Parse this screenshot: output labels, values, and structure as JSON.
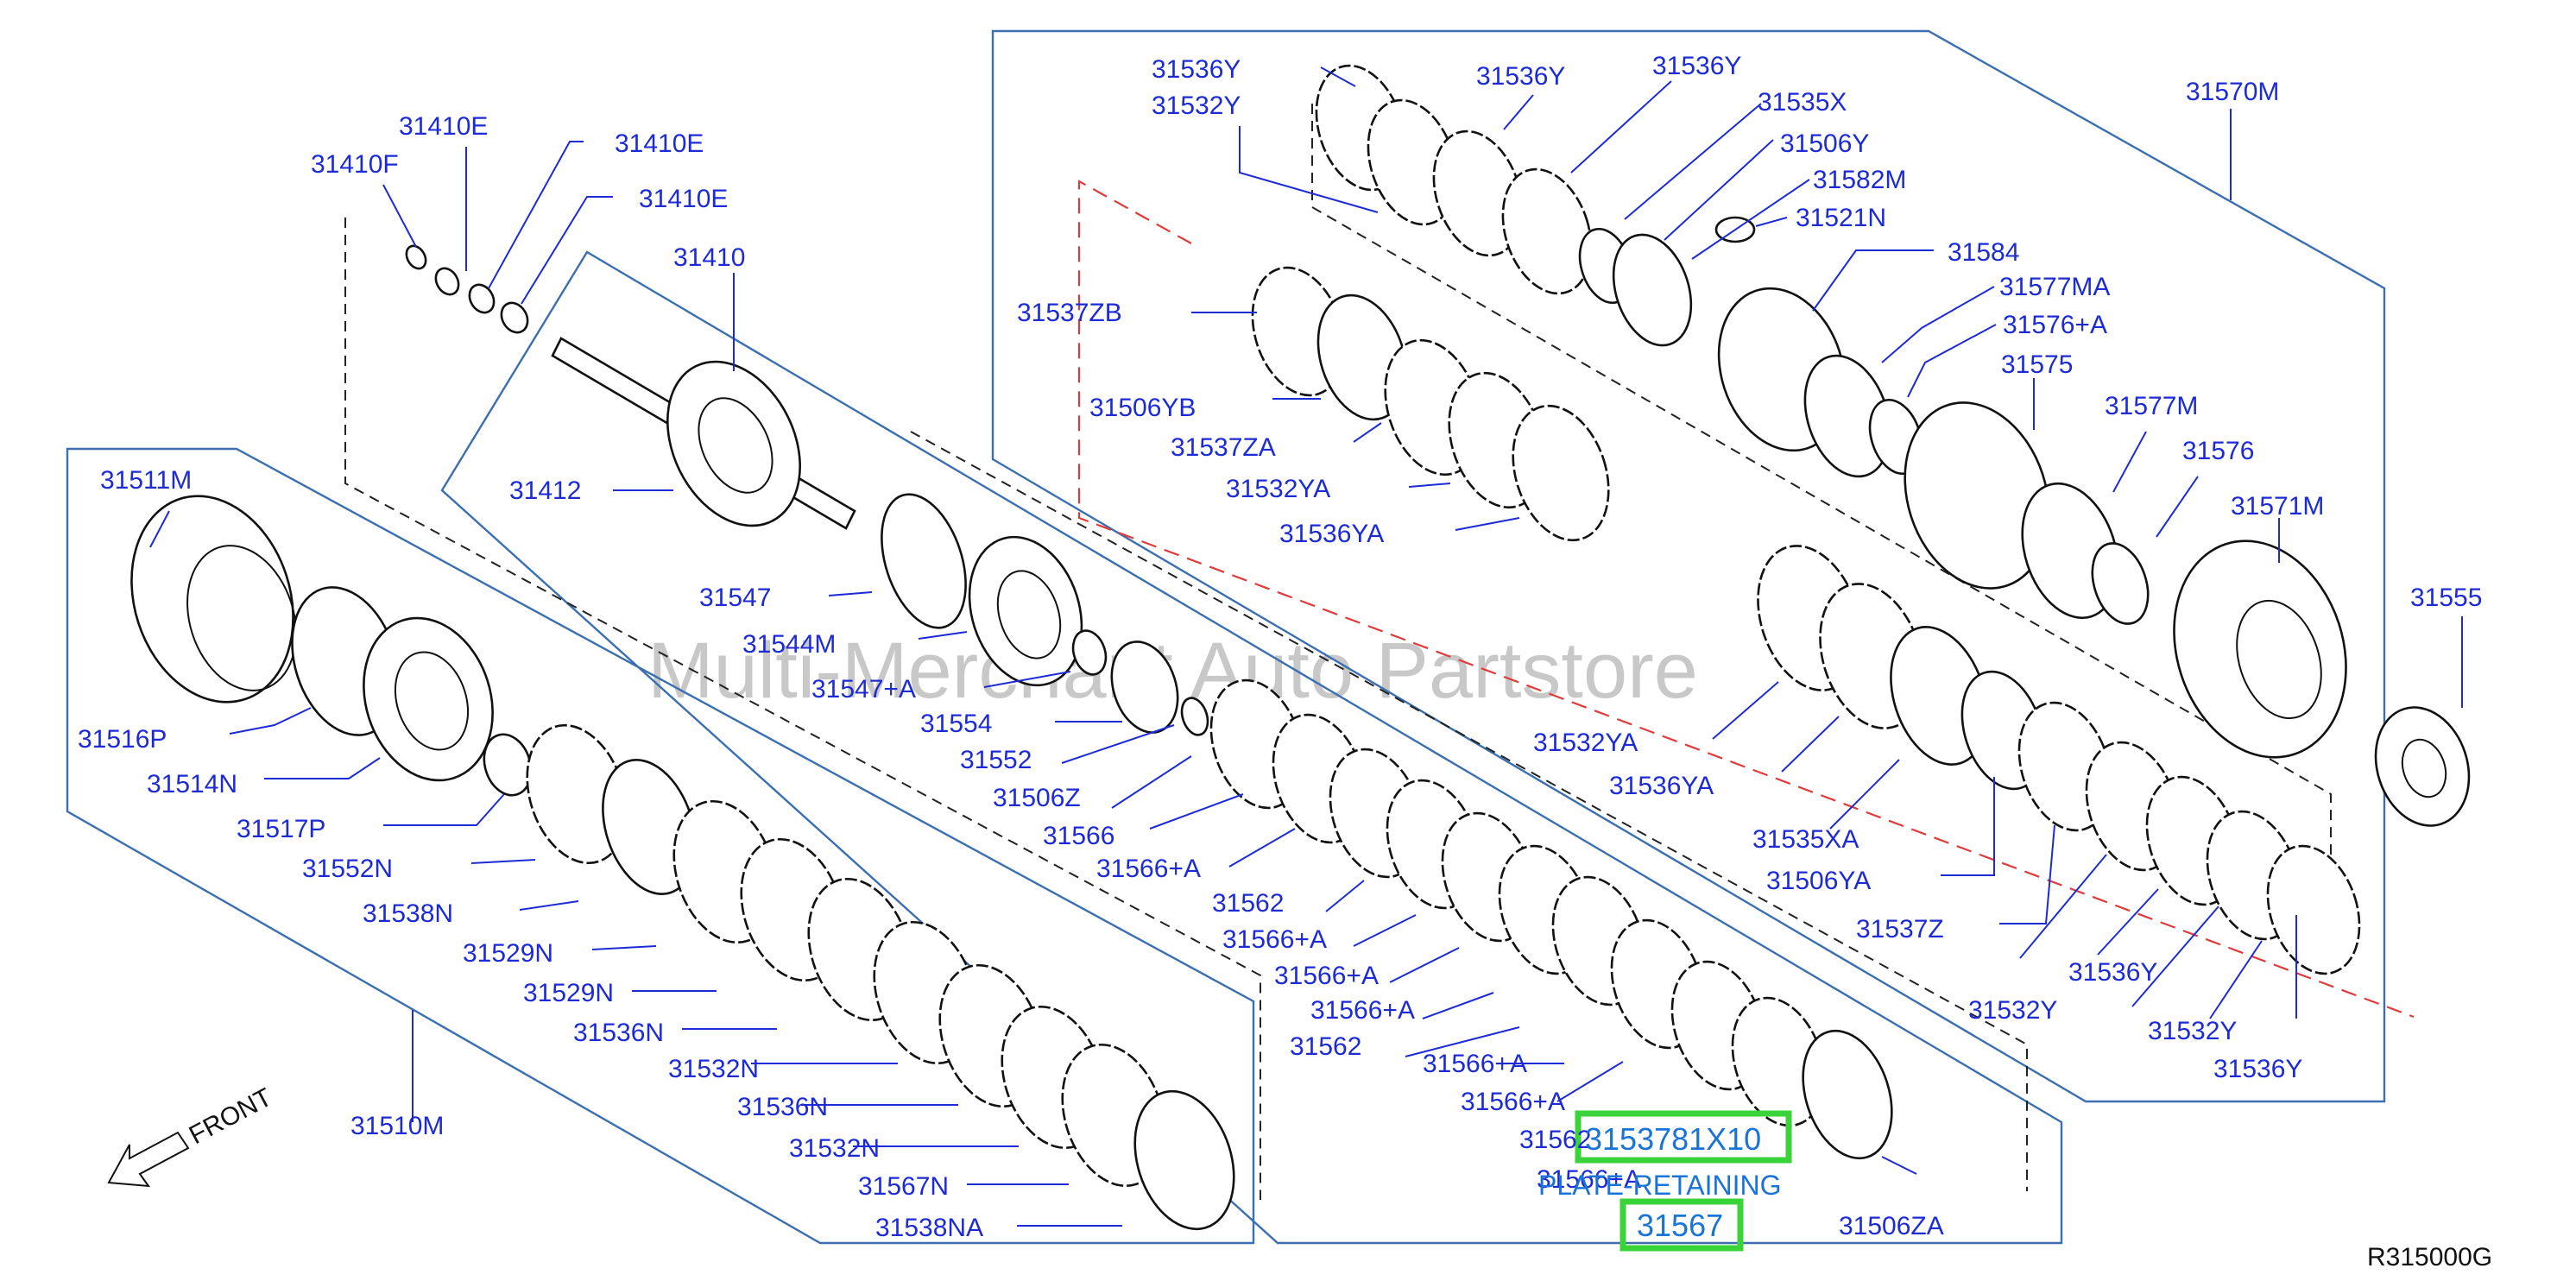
{
  "diagram": {
    "reference_code": "R315000G",
    "front_label": "FRONT",
    "watermark": "Multi-Merchant Auto Partstore",
    "highlight": {
      "part_number": "3153781X10",
      "description": "PLATE-RETAINING",
      "callout": "31567"
    },
    "labels": [
      "31410F",
      "31410E",
      "31410E",
      "31410E",
      "31410",
      "31412",
      "31511M",
      "31516P",
      "31514N",
      "31517P",
      "31552N",
      "31538N",
      "31529N",
      "31529N",
      "31536N",
      "31532N",
      "31536N",
      "31532N",
      "31567N",
      "31538NA",
      "31510M",
      "31547",
      "31544M",
      "31547+A",
      "31554",
      "31552",
      "31506Z",
      "31566",
      "31566+A",
      "31562",
      "31566+A",
      "31566+A",
      "31566+A",
      "31562",
      "31566+A",
      "31566+A",
      "31562",
      "31566+A",
      "31506ZA",
      "31536Y",
      "31532Y",
      "31536Y",
      "31536Y",
      "31535X",
      "31506Y",
      "31582M",
      "31521N",
      "31584",
      "31577MA",
      "31576+A",
      "31575",
      "31577M",
      "31576",
      "31571M",
      "31570M",
      "31555",
      "31537ZB",
      "31506YB",
      "31537ZA",
      "31532YA",
      "31536YA",
      "31532YA",
      "31536YA",
      "31535XA",
      "31506YA",
      "31537Z",
      "31532Y",
      "31536Y",
      "31532Y",
      "31536Y"
    ]
  }
}
